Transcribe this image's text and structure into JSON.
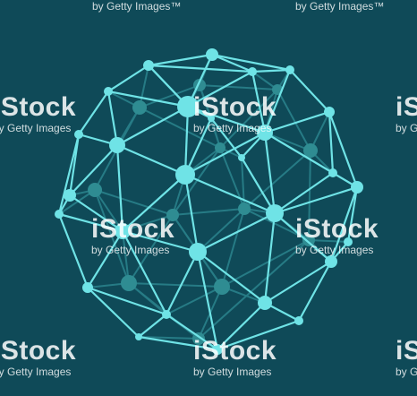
{
  "image": {
    "subject": "wireframe-polyhedron-sphere",
    "colors": {
      "background": "#0f4a58",
      "edge_front": "#6fe3e6",
      "edge_back": "#3aa3aa",
      "node_front": "#6fe3e6",
      "node_back": "#2f8c92"
    }
  },
  "watermark": {
    "logo_text": "iStock",
    "credit_text": "by Getty Images",
    "credit_with_tm": "by Getty Images™"
  }
}
